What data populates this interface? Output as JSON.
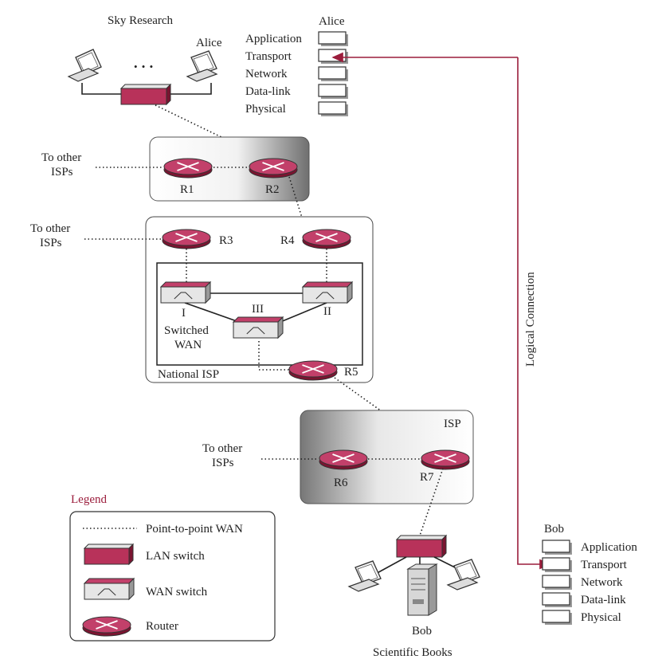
{
  "labels": {
    "sky_research": "Sky Research",
    "alice_host": "Alice",
    "alice_stack_title": "Alice",
    "bob_stack_title": "Bob",
    "bob_host": "Bob",
    "scientific_books": "Scientific Books",
    "national_isp": "National ISP",
    "isp": "ISP",
    "switched_wan_1": "Switched",
    "switched_wan_2": "WAN",
    "wan_i": "I",
    "wan_ii": "II",
    "wan_iii": "III",
    "logical_connection": "Logical Connection",
    "dots": "• • •"
  },
  "to_other_isps": [
    {
      "line1": "To other",
      "line2": "ISPs"
    },
    {
      "line1": "To other",
      "line2": "ISPs"
    },
    {
      "line1": "To other",
      "line2": "ISPs"
    }
  ],
  "routers": [
    "R1",
    "R2",
    "R3",
    "R4",
    "R5",
    "R6",
    "R7"
  ],
  "alice_stack": [
    "Application",
    "Transport",
    "Network",
    "Data-link",
    "Physical"
  ],
  "bob_stack": [
    "Application",
    "Transport",
    "Network",
    "Data-link",
    "Physical"
  ],
  "highlight_layer": "Transport",
  "legend": {
    "title": "Legend",
    "items": [
      "Point-to-point WAN",
      "LAN switch",
      "WAN switch",
      "Router"
    ]
  },
  "colors": {
    "accent": "#9b1d3c",
    "router": "#c2406a",
    "switch": "#b8325a"
  }
}
